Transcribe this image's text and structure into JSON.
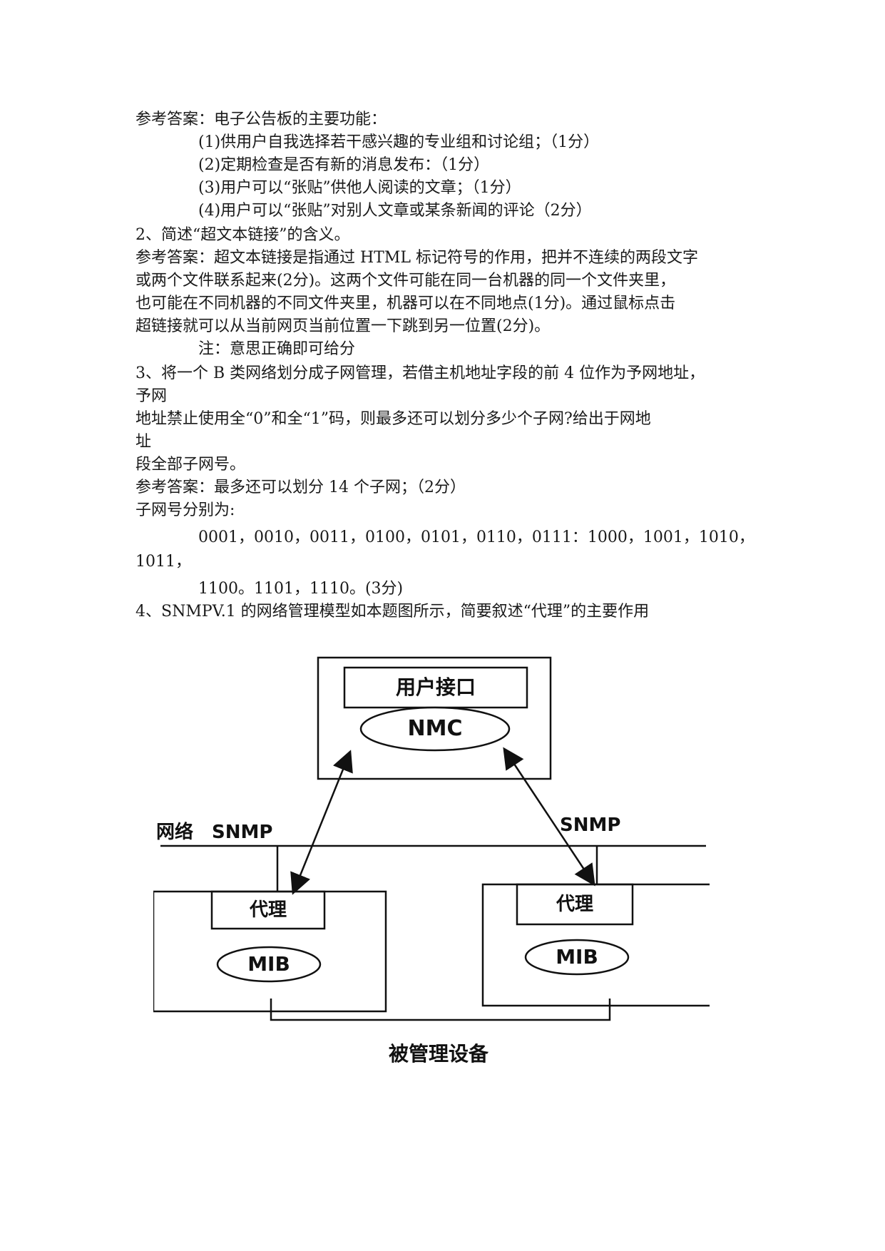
{
  "lines": [
    "参考答案：电子公告板的主要功能：",
    "(1)供用户自我选择若干感兴趣的专业组和讨论组；（1分）",
    "(2)定期检查是否有新的消息发布：（1分）",
    "(3)用户可以“张贴”供他人阅读的文章；（1分）",
    "(4)用户可以“张贴”对别人文章或某条新闻的评论（2分）",
    "2、简述“超文本链接”的含义。",
    "参考答案：超文本链接是指通过 HTML 标记符号的作用，把并不连续的两段文字",
    "或两个文件联系起来(2分)。这两个文件可能在同一台机器的同一个文件夹里，",
    "也可能在不同机器的不同文件夹里，机器可以在不同地点(1分)。通过鼠标点击",
    "超链接就可以从当前网页当前位置一下跳到另一位置(2分)。",
    "注：意思正确即可给分",
    "3、将一个 B 类网络划分成子网管理，若借主机地址字段的前 4 位作为予网地址，",
    "予网",
    "地址禁止使用全“0”和全“1”码，则最多还可以划分多少个子网?给出于网地",
    "址",
    "段全部子网号。",
    "参考答案：最多还可以划分 14 个子网；（2分）",
    "子网号分别为:",
    "0001，0010，0011，0100，0101，0110，0111：1000，1001，1010，",
    "1011，",
    "1100。1101，1110。(3分)",
    "4、SNMPV.1 的网络管理模型如本题图所示，简要叙述“代理”的主要作用"
  ],
  "figure": {
    "user_interface": "用户接口",
    "nmc": "NMC",
    "network": "网络",
    "snmp_left": "SNMP",
    "snmp_right": "SNMP",
    "agent_left": "代理",
    "agent_right": "代理",
    "mib_left": "MIB",
    "mib_right": "MIB",
    "managed_devices": "被管理设备"
  }
}
